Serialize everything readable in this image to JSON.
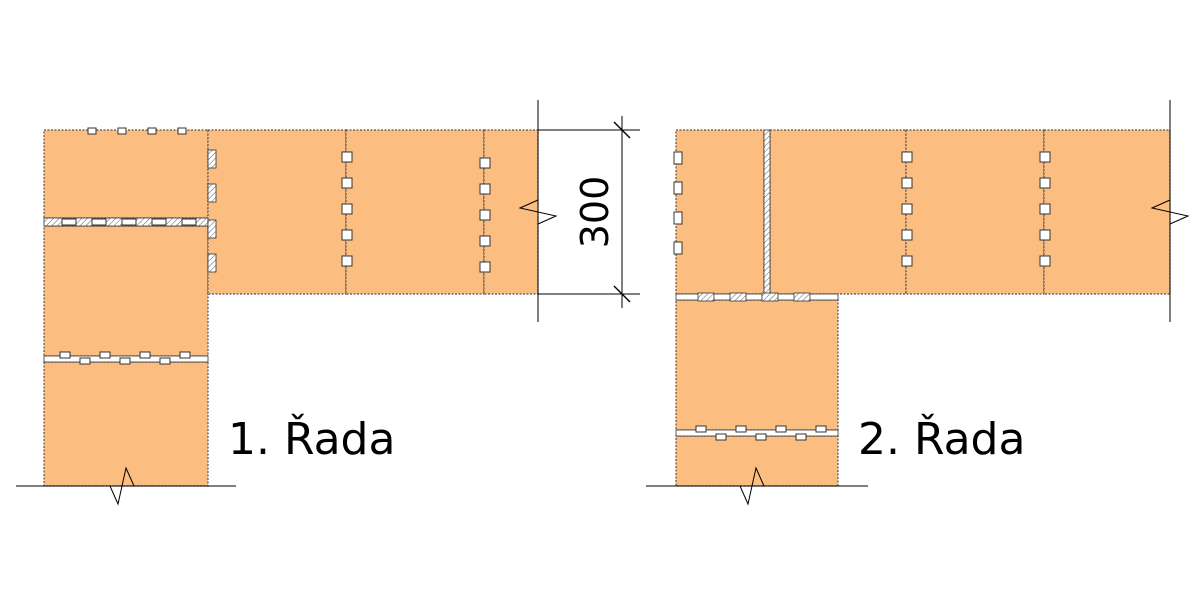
{
  "diagram": {
    "course_1_label": "1. Řada",
    "course_2_label": "2. Řada",
    "wall_thickness_label": "300",
    "colors": {
      "brick": "#fbbd80",
      "outline": "#555555",
      "line": "#000000",
      "background": "#ffffff"
    }
  }
}
